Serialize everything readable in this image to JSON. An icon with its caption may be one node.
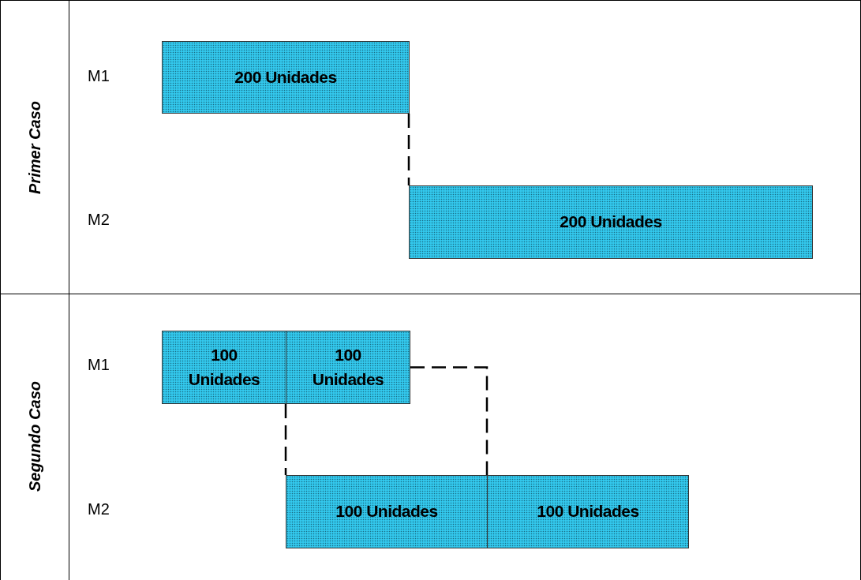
{
  "diagram": {
    "nodes": [
      {
        "text": [
          "Primer Caso"
        ]
      },
      {
        "text": [
          "200 Unidades"
        ],
        "in": 0
      },
      {
        "text": [
          "200 Unidades"
        ],
        "in": 0
      },
      {
        "text": [
          "Segundo Caso"
        ]
      },
      {
        "text": [
          "100 Unidades"
        ],
        "in": 3
      },
      {
        "text": [
          "100 Unidades"
        ],
        "in": 3
      },
      {
        "text": [
          "100 Unidades"
        ],
        "in": 3
      },
      {
        "text": [
          "100 Unidades"
        ],
        "in": 3
      }
    ],
    "edges": [
      {
        "from": 1,
        "to": 2,
        "arrow": "none",
        "style": "dashed"
      },
      {
        "from": 4,
        "to": 6,
        "arrow": "none",
        "style": "dashed"
      },
      {
        "from": 5,
        "to": 7,
        "arrow": "none",
        "style": "dashed"
      }
    ],
    "labels": [
      "M1",
      "M2",
      "M1",
      "M2"
    ]
  }
}
